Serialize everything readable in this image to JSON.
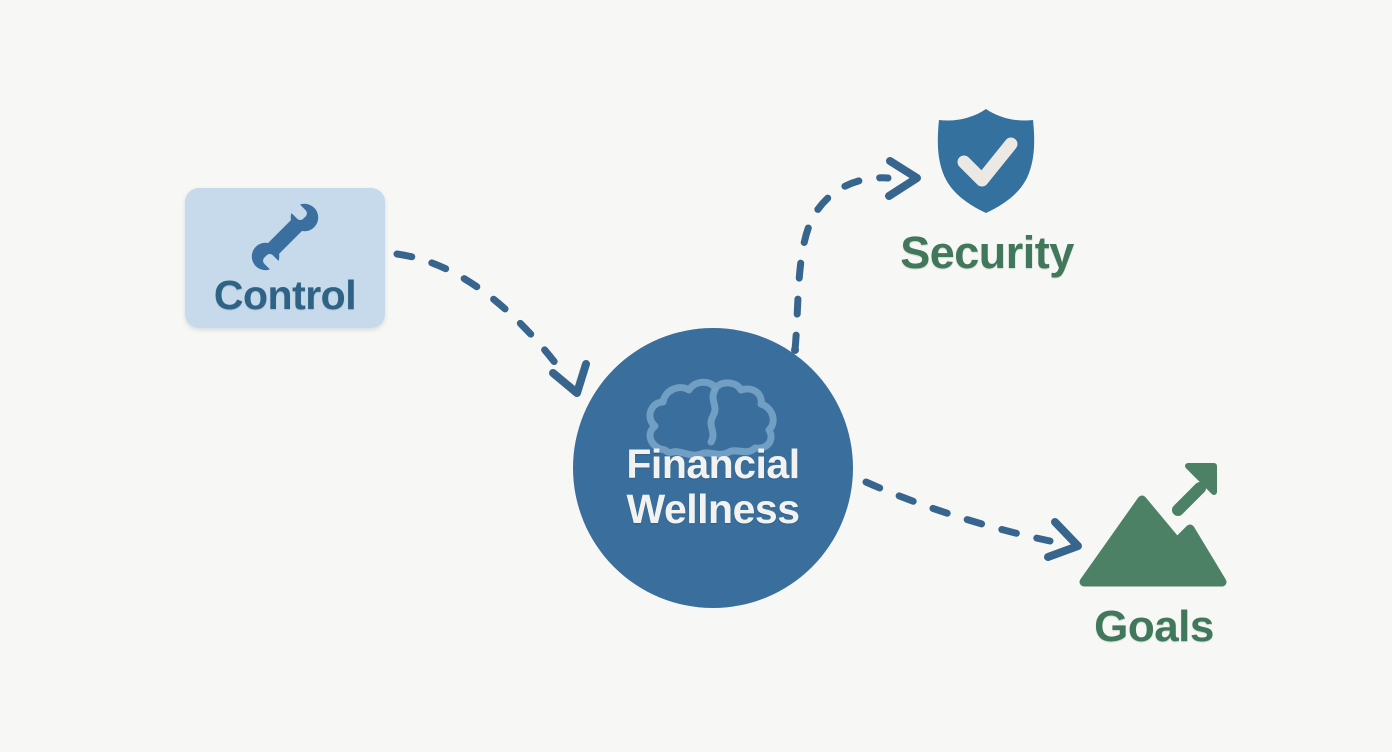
{
  "colors": {
    "background": "#f7f7f5",
    "connector": "#38658d",
    "control_card_bg": "#c6daeb",
    "control_label": "#2e6386",
    "wrench": "#3a6fa0",
    "circle_bg": "#3a6e9c",
    "circle_label": "#f2f3f0",
    "brain_outline": "#78a3c8",
    "shield": "#34719f",
    "shield_check": "#ece9e4",
    "security_label": "#41775a",
    "mountain": "#4d8165",
    "goals_label": "#41775a"
  },
  "nodes": {
    "control": {
      "label": "Control",
      "icon": "wrench-icon"
    },
    "financial_wellness": {
      "label_line1": "Financial",
      "label_line2": "Wellness",
      "icon": "brain-icon"
    },
    "security": {
      "label": "Security",
      "icon": "shield-check-icon"
    },
    "goals": {
      "label": "Goals",
      "icon": "mountain-growth-icon"
    }
  },
  "connectors": [
    {
      "from": "Control",
      "to": "Financial Wellness",
      "style": "dashed-curve",
      "arrowhead": "chevron"
    },
    {
      "from": "Financial Wellness",
      "to": "Security",
      "style": "dashed-curve",
      "arrowhead": "chevron"
    },
    {
      "from": "Financial Wellness",
      "to": "Goals",
      "style": "dashed-curve",
      "arrowhead": "chevron"
    }
  ]
}
